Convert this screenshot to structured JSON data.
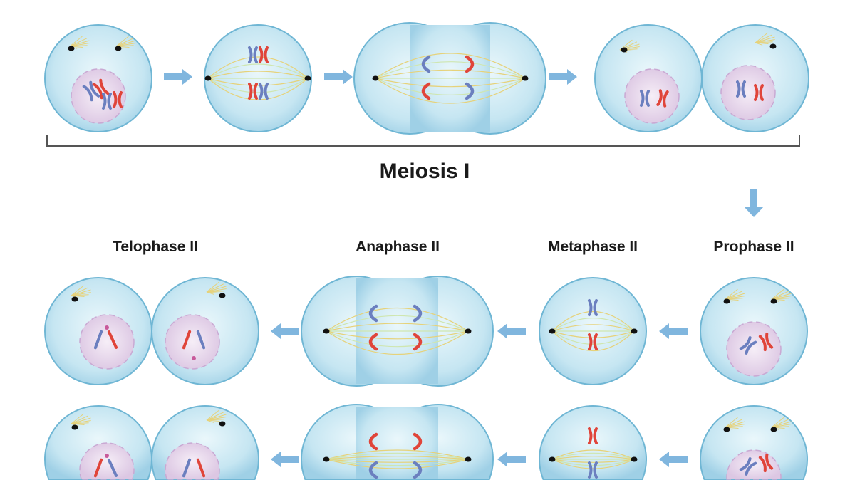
{
  "title": "Meiosis I",
  "row2_labels": [
    "Telophase II",
    "Anaphase II",
    "Metaphase II",
    "Prophase II"
  ],
  "colors": {
    "cell_fill": "#bfe3f0",
    "cell_stroke": "#6fb6d4",
    "nucleus": "#e8d8ec",
    "chromosome_red": "#e0453a",
    "chromosome_blue": "#6b7fbf",
    "spindle": "#e6d27a",
    "arrow": "#6aa9d8"
  }
}
